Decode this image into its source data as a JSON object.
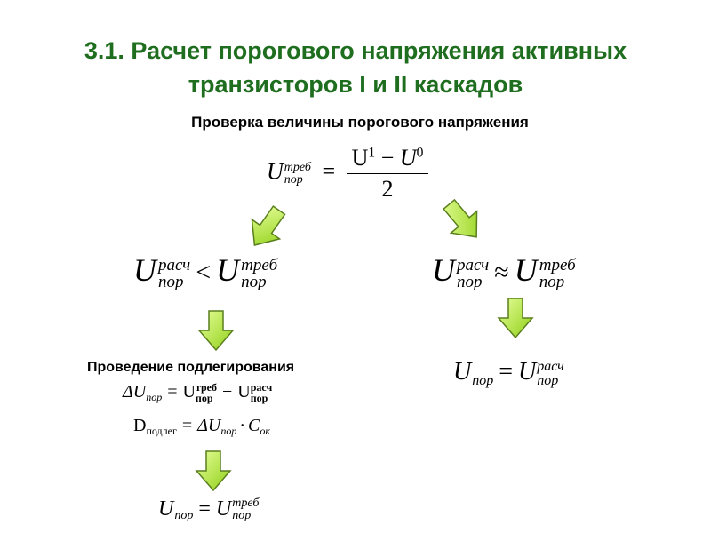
{
  "title": {
    "line1": "3.1. Расчет порогового напряжения активных",
    "line2": "транзисторов I и II каскадов"
  },
  "subtitle": "Проверка величины порогового напряжения",
  "formula_top": {
    "U": "U",
    "sup": "треб",
    "sub": "пор",
    "eq": "=",
    "num_a": "U",
    "num_a_sup": "1",
    "minus": "−",
    "num_b": "U",
    "num_b_sup": "0",
    "den": "2"
  },
  "formula_left": {
    "U1": "U",
    "U1_sup": "расч",
    "U1_sub": "пор",
    "op": "<",
    "U2": "U",
    "U2_sup": "треб",
    "U2_sub": "пор"
  },
  "formula_right": {
    "U1": "U",
    "U1_sup": "расч",
    "U1_sub": "пор",
    "op": "≈",
    "U2": "U",
    "U2_sup": "треб",
    "U2_sub": "пор"
  },
  "formula_right_result": {
    "U1": "U",
    "U1_sub": "пор",
    "op": "=",
    "U2": "U",
    "U2_sup": "расч",
    "U2_sub": "пор"
  },
  "section_label": "Проведение подлегирования",
  "formula_delta": {
    "delta": "ΔU",
    "delta_sub": "пор",
    "eq": "=",
    "U1": "U",
    "U1_sup": "треб",
    "U1_sub": "пор",
    "minus": "−",
    "U2": "U",
    "U2_sup": "расч",
    "U2_sub": "пор"
  },
  "formula_dose": {
    "D": "D",
    "D_sub": "подлег",
    "eq": "=",
    "delta": "ΔU",
    "delta_sub": "пор",
    "dot": "·",
    "C": "C",
    "C_sub": "ок"
  },
  "formula_bottom": {
    "U1": "U",
    "U1_sub": "пор",
    "op": "=",
    "U2": "U",
    "U2_sup": "треб",
    "U2_sub": "пор"
  },
  "colors": {
    "title": "#1f6e1f",
    "arrow_fill": "#b9f03c",
    "arrow_stroke": "#5a7f1e"
  }
}
